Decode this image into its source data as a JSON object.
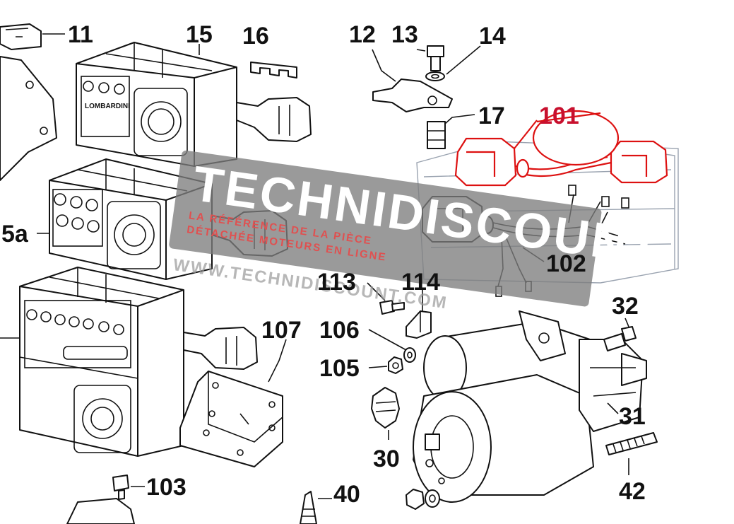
{
  "callouts": {
    "c11": "11",
    "c15": "15",
    "c16": "16",
    "c12": "12",
    "c13": "13",
    "c14": "14",
    "c17": "17",
    "c101": "101",
    "c5a": "5a",
    "c102": "102",
    "c113": "113",
    "c114": "114",
    "c107": "107",
    "c106": "106",
    "c105": "105",
    "c32": "32",
    "c30": "30",
    "c31": "31",
    "c42": "42",
    "c103": "103",
    "c40": "40"
  },
  "panel_brand": "LOMBARDINI",
  "watermark": {
    "logo": "TECHNIDISCOUNT",
    "tagline_1": "LA RÉFÉRENCE DE LA PIÈCE",
    "tagline_2": "DÉTACHÉE MOTEURS EN LIGNE",
    "url": "WWW.TECHNIDISCOUNT.COM"
  },
  "colors": {
    "highlight": "#c8102e",
    "ink": "#111111",
    "watermark_band": "#7d7d7d"
  },
  "highlighted_part": "101"
}
